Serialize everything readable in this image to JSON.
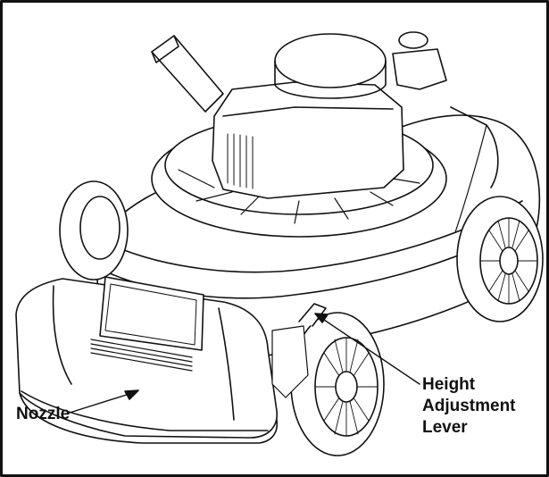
{
  "labels": {
    "nozzle": "Nozzle",
    "height_line1": "Height",
    "height_line2": "Adjustment",
    "height_line3": "Lever"
  },
  "colors": {
    "ink": "#111111",
    "background": "#ffffff"
  }
}
